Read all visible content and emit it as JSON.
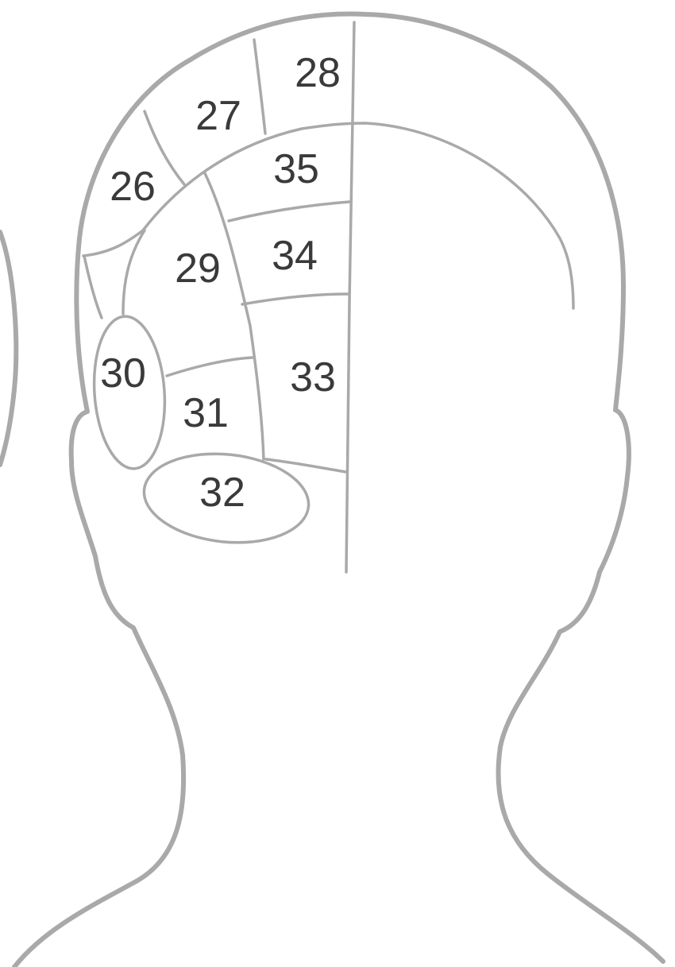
{
  "diagram": {
    "zones": [
      {
        "id": "zone-26",
        "label": "26"
      },
      {
        "id": "zone-27",
        "label": "27"
      },
      {
        "id": "zone-28",
        "label": "28"
      },
      {
        "id": "zone-29",
        "label": "29"
      },
      {
        "id": "zone-30",
        "label": "30"
      },
      {
        "id": "zone-31",
        "label": "31"
      },
      {
        "id": "zone-32",
        "label": "32"
      },
      {
        "id": "zone-33",
        "label": "33"
      },
      {
        "id": "zone-34",
        "label": "34"
      },
      {
        "id": "zone-35",
        "label": "35"
      }
    ]
  },
  "colors": {
    "outline": "#a9a9a9",
    "label": "#3a3a3a",
    "background": "#ffffff"
  }
}
